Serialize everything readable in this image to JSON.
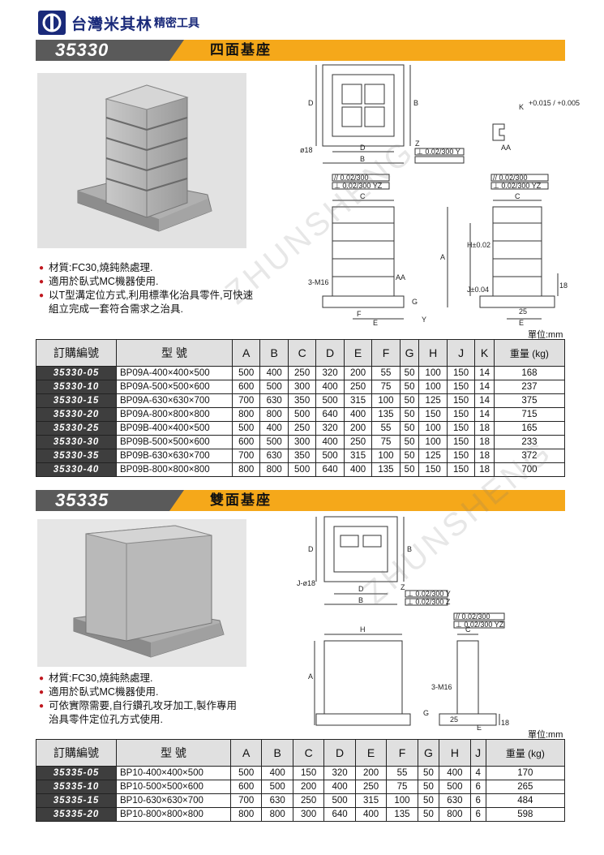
{
  "brand": {
    "name": "台灣米其林",
    "sub": "精密工具"
  },
  "watermark": "ZHUNSHENG",
  "section1": {
    "code": "35330",
    "title": "四面基座",
    "bullets": [
      "材質:FC30,燒鈍熱處理.",
      "適用於臥式MC機器使用.",
      "以T型溝定位方式,利用標準化治具零件,可快速",
      "組立完成一套符合需求之治具."
    ],
    "unit": "單位:mm",
    "drawing_labels": {
      "d": "D",
      "b": "B",
      "c": "C",
      "a": "A",
      "e": "E",
      "f": "F",
      "g": "G",
      "j": "J",
      "k": "K",
      "y": "Y",
      "z": "Z",
      "aa": "AA",
      "phi18": "ø18",
      "m16": "3-M16",
      "par": "// 0.02/300",
      "perp_yz": "⊥ 0.02/300 YZ",
      "perp_y": "⊥ 0.02/300 Y",
      "h": "H±0.02",
      "j004": "J±0.04",
      "k_tol": "+0.015 / +0.005",
      "n18": "18",
      "n25": "25"
    },
    "table": {
      "headers": [
        "訂購編號",
        "型 號",
        "A",
        "B",
        "C",
        "D",
        "E",
        "F",
        "G",
        "H",
        "J",
        "K",
        "重量 (kg)"
      ],
      "rows": [
        [
          "35330-05",
          "BP09A-400×400×500",
          "500",
          "400",
          "250",
          "320",
          "200",
          "55",
          "50",
          "100",
          "150",
          "14",
          "168"
        ],
        [
          "35330-10",
          "BP09A-500×500×600",
          "600",
          "500",
          "300",
          "400",
          "250",
          "75",
          "50",
          "100",
          "150",
          "14",
          "237"
        ],
        [
          "35330-15",
          "BP09A-630×630×700",
          "700",
          "630",
          "350",
          "500",
          "315",
          "100",
          "50",
          "125",
          "150",
          "14",
          "375"
        ],
        [
          "35330-20",
          "BP09A-800×800×800",
          "800",
          "800",
          "500",
          "640",
          "400",
          "135",
          "50",
          "150",
          "150",
          "14",
          "715"
        ],
        [
          "35330-25",
          "BP09B-400×400×500",
          "500",
          "400",
          "250",
          "320",
          "200",
          "55",
          "50",
          "100",
          "150",
          "18",
          "165"
        ],
        [
          "35330-30",
          "BP09B-500×500×600",
          "600",
          "500",
          "300",
          "400",
          "250",
          "75",
          "50",
          "100",
          "150",
          "18",
          "233"
        ],
        [
          "35330-35",
          "BP09B-630×630×700",
          "700",
          "630",
          "350",
          "500",
          "315",
          "100",
          "50",
          "125",
          "150",
          "18",
          "372"
        ],
        [
          "35330-40",
          "BP09B-800×800×800",
          "800",
          "800",
          "500",
          "640",
          "400",
          "135",
          "50",
          "150",
          "150",
          "18",
          "700"
        ]
      ]
    }
  },
  "section2": {
    "code": "35335",
    "title": "雙面基座",
    "bullets": [
      "材質:FC30,燒鈍熱處理.",
      "適用於臥式MC機器使用.",
      "可依實際需要,自行鑽孔攻牙加工,製作專用",
      "治具零件定位孔方式使用."
    ],
    "unit": "單位:mm",
    "drawing_labels": {
      "d": "D",
      "b": "B",
      "c": "C",
      "a": "A",
      "e": "E",
      "g": "G",
      "h": "H",
      "y": "Y",
      "z": "Z",
      "j18": "J-ø18",
      "m16": "3-M16",
      "par": "// 0.02/300",
      "perp_yz": "⊥ 0.02/300 YZ",
      "perp_y": "⊥ 0.02/300 Y",
      "perp_z": "⊥ 0.02/300 Z",
      "n18": "18",
      "n25": "25"
    },
    "table": {
      "headers": [
        "訂購編號",
        "型 號",
        "A",
        "B",
        "C",
        "D",
        "E",
        "F",
        "G",
        "H",
        "J",
        "重量 (kg)"
      ],
      "rows": [
        [
          "35335-05",
          "BP10-400×400×500",
          "500",
          "400",
          "150",
          "320",
          "200",
          "55",
          "50",
          "400",
          "4",
          "170"
        ],
        [
          "35335-10",
          "BP10-500×500×600",
          "600",
          "500",
          "200",
          "400",
          "250",
          "75",
          "50",
          "500",
          "6",
          "265"
        ],
        [
          "35335-15",
          "BP10-630×630×700",
          "700",
          "630",
          "250",
          "500",
          "315",
          "100",
          "50",
          "630",
          "6",
          "484"
        ],
        [
          "35335-20",
          "BP10-800×800×800",
          "800",
          "800",
          "300",
          "640",
          "400",
          "135",
          "50",
          "800",
          "6",
          "598"
        ]
      ]
    }
  }
}
